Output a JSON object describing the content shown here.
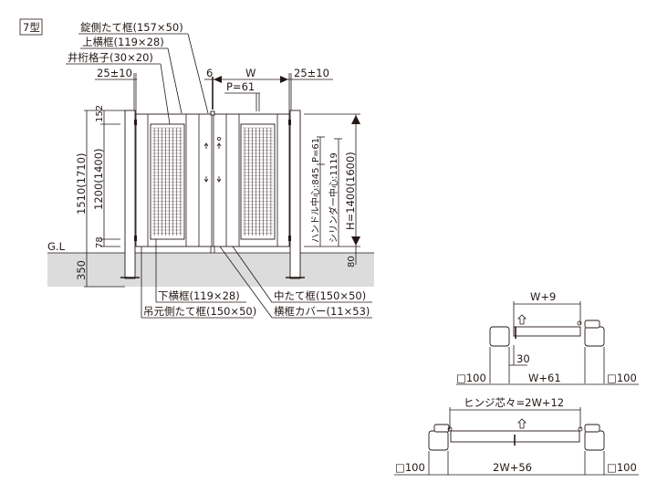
{
  "type_label": "7型",
  "callouts": {
    "lock_stile": "錠側たて框(157×50)",
    "top_rail": "上横框(119×28)",
    "lattice": "井桁格子(30×20)",
    "bottom_rail": "下横框(119×28)",
    "hinge_stile": "吊元側たて框(150×50)",
    "center_stile": "中たて框(150×50)",
    "rail_cover": "横框カバー(11×53)"
  },
  "dimensions": {
    "gap_left": "25±10",
    "gap_right": "25±10",
    "six": "6",
    "width": "W",
    "pitch_top": "P=61",
    "total_height": "1510(1710)",
    "panel_height": "1200(1400)",
    "top_offset": "152",
    "bottom_offset": "78",
    "ground_label": "G.L",
    "embed_depth": "350",
    "gate_height": "H=1400(1600)",
    "handle_center": "ハンドル中心:845",
    "pitch_right": "P=61",
    "cylinder_center": "シリンダー中心:1119",
    "clearance": "80"
  },
  "plan_single": {
    "top_width": "W+9",
    "offset": "30",
    "post_left": "□100",
    "bottom_width": "W+61",
    "post_right": "□100"
  },
  "plan_double": {
    "hinge_span": "ヒンジ芯々=2W+12",
    "post_left": "□100",
    "total_width": "2W+56",
    "post_right": "□100"
  }
}
